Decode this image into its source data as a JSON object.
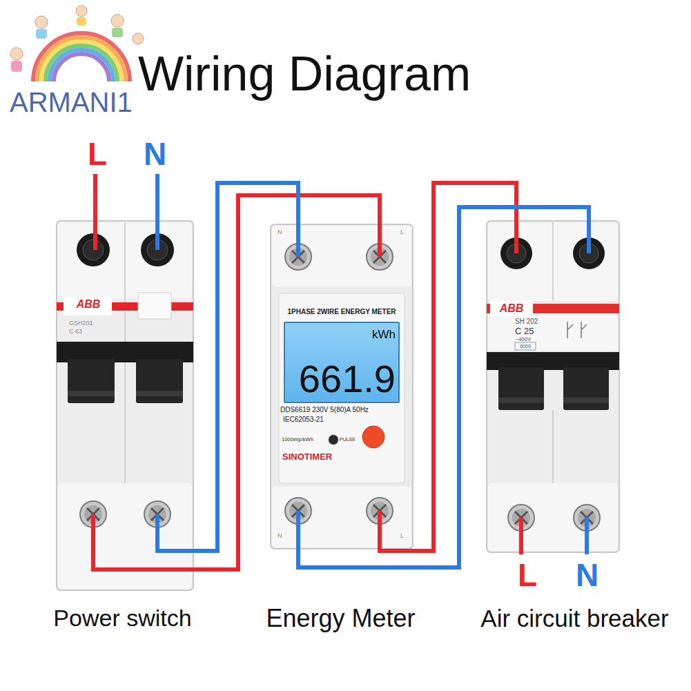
{
  "diagram": {
    "title": "Wiring Diagram",
    "nodes": [
      {
        "text": [
          "ABB",
          "GSH201",
          "C 63",
          "Power switch"
        ]
      },
      {
        "text": [
          "1PHASE 2WIRE ENERGY METER",
          "DDS6619 230V 5(80)A 50Hz",
          "IEC62053-21",
          "1000imp/kWh",
          "PULSE",
          "SINOTIMER",
          "Energy Meter"
        ]
      },
      {
        "text": [
          "kWh",
          "661.9"
        ],
        "in": 1
      },
      {
        "text": [
          "ABB",
          "SH 202",
          "C 25",
          "~400V",
          "6000",
          "Air circuit breaker"
        ]
      }
    ],
    "edges": [
      {
        "from": 0,
        "to": 1,
        "arrow": "none"
      },
      {
        "from": 0,
        "to": 1,
        "arrow": "none"
      },
      {
        "from": 1,
        "to": 3,
        "arrow": "none"
      },
      {
        "from": 1,
        "to": 3,
        "arrow": "none"
      }
    ],
    "labels": [
      "ARMANI1",
      "L",
      "N",
      "N",
      "L",
      "N",
      "L",
      "L",
      "N"
    ]
  }
}
